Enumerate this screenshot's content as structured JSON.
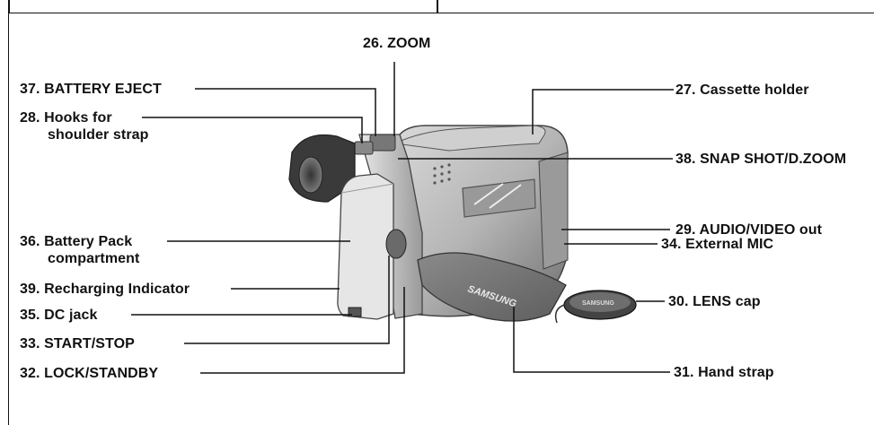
{
  "brand": {
    "logo_text": "SAMSUNG"
  },
  "labels": [
    {
      "id": "zoom",
      "text": "26. ZOOM"
    },
    {
      "id": "battery-eject",
      "text": "37. BATTERY EJECT"
    },
    {
      "id": "hooks",
      "text": "28. Hooks for"
    },
    {
      "id": "hooks2",
      "text": "shoulder strap"
    },
    {
      "id": "battery-pack",
      "text": "36. Battery Pack"
    },
    {
      "id": "battery-pack2",
      "text": "compartment"
    },
    {
      "id": "recharging",
      "text": "39. Recharging Indicator"
    },
    {
      "id": "dc-jack",
      "text": "35. DC jack"
    },
    {
      "id": "start-stop",
      "text": "33. START/STOP"
    },
    {
      "id": "lock-standby",
      "text": "32. LOCK/STANDBY"
    },
    {
      "id": "cassette",
      "text": "27. Cassette holder"
    },
    {
      "id": "snapshot",
      "text": "38. SNAP SHOT/D.ZOOM"
    },
    {
      "id": "av-out",
      "text": "29. AUDIO/VIDEO out"
    },
    {
      "id": "ext-mic",
      "text": "34. External MIC"
    },
    {
      "id": "lens-cap",
      "text": "30. LENS cap"
    },
    {
      "id": "hand-strap",
      "text": "31. Hand strap"
    }
  ]
}
